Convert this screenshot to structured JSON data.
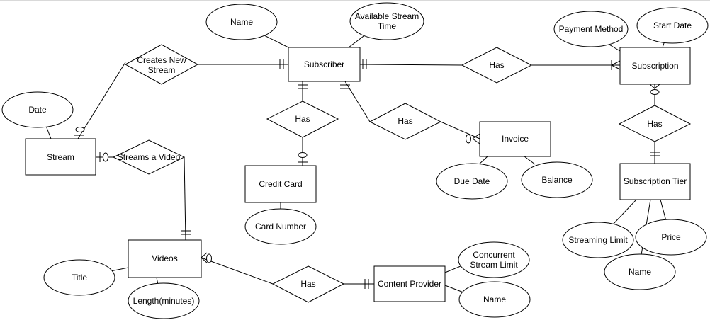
{
  "entities": {
    "subscriber": "Subscriber",
    "subscription": "Subscription",
    "stream": "Stream",
    "credit_card": "Credit Card",
    "invoice": "Invoice",
    "subscription_tier": "Subscription Tier",
    "videos": "Videos",
    "content_provider": "Content Provider"
  },
  "relationships": {
    "creates_new_stream": [
      "Creates New",
      "Stream"
    ],
    "subscriber_has_subscription": "Has",
    "subscriber_has_credit_card": "Has",
    "subscriber_has_invoice": "Has",
    "subscription_has_tier": "Has",
    "streams_a_video": "Streams a Video",
    "videos_has_content_provider": "Has"
  },
  "attributes": {
    "subscriber_name": "Name",
    "available_stream_time": [
      "Available Stream",
      "Time"
    ],
    "payment_method": "Payment Method",
    "start_date": "Start Date",
    "stream_date": "Date",
    "card_number": "Card Number",
    "due_date": "Due Date",
    "balance": "Balance",
    "streaming_limit": "Streaming Limit",
    "price": "Price",
    "tier_name": "Name",
    "title": "Title",
    "length": "Length(minutes)",
    "concurrent_stream_limit": [
      "Concurrent",
      "Stream Limit"
    ],
    "provider_name": "Name"
  }
}
